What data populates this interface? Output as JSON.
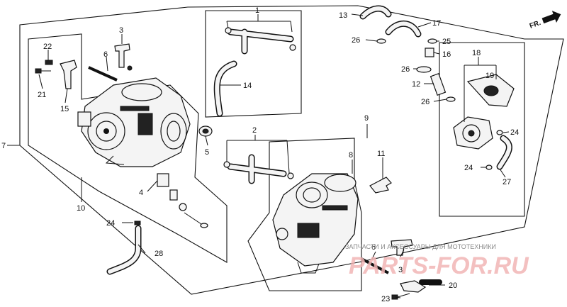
{
  "orientation": {
    "label": "FR."
  },
  "callouts": [
    {
      "id": "c1",
      "text": "1"
    },
    {
      "id": "c2",
      "text": "2"
    },
    {
      "id": "c3a",
      "text": "3"
    },
    {
      "id": "c3b",
      "text": "3"
    },
    {
      "id": "c4",
      "text": "4"
    },
    {
      "id": "c5",
      "text": "5"
    },
    {
      "id": "c6a",
      "text": "6"
    },
    {
      "id": "c6b",
      "text": "6"
    },
    {
      "id": "c7",
      "text": "7"
    },
    {
      "id": "c8",
      "text": "8"
    },
    {
      "id": "c9",
      "text": "9"
    },
    {
      "id": "c10",
      "text": "10"
    },
    {
      "id": "c11",
      "text": "11"
    },
    {
      "id": "c12",
      "text": "12"
    },
    {
      "id": "c13",
      "text": "13"
    },
    {
      "id": "c14",
      "text": "14"
    },
    {
      "id": "c15",
      "text": "15"
    },
    {
      "id": "c16",
      "text": "16"
    },
    {
      "id": "c17",
      "text": "17"
    },
    {
      "id": "c18",
      "text": "18"
    },
    {
      "id": "c19",
      "text": "19"
    },
    {
      "id": "c20",
      "text": "20"
    },
    {
      "id": "c21",
      "text": "21"
    },
    {
      "id": "c22",
      "text": "22"
    },
    {
      "id": "c23",
      "text": "23"
    },
    {
      "id": "c24a",
      "text": "24"
    },
    {
      "id": "c24b",
      "text": "24"
    },
    {
      "id": "c24c",
      "text": "24"
    },
    {
      "id": "c25",
      "text": "25"
    },
    {
      "id": "c26a",
      "text": "26"
    },
    {
      "id": "c26b",
      "text": "26"
    },
    {
      "id": "c26c",
      "text": "26"
    },
    {
      "id": "c27",
      "text": "27"
    },
    {
      "id": "c28",
      "text": "28"
    }
  ],
  "watermark": {
    "caption": "ЗАПЧАСТИ И АКСЕССУАРЫ ДЛЯ МОТОТЕХНИКИ",
    "logo": "PARTS-FOR.RU"
  }
}
